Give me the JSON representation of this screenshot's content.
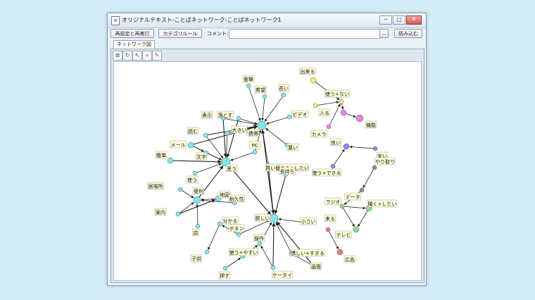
{
  "window": {
    "title": "オリジナルテキスト-ことばネットワーク-ことばネットワーク1",
    "minimize": "─",
    "maximize": "□",
    "close": "✕"
  },
  "toolbar": {
    "settings_button": "再設定と再実行",
    "category_button": "カテゴリルール",
    "comment_label": "コメント:",
    "comment_value": "",
    "browse_button": "...",
    "load_button": "読み込む"
  },
  "tabs": [
    "ネットワーク図"
  ],
  "tools": [
    "list-icon",
    "refresh-icon",
    "pointer-icon",
    "zoom-icon",
    "export-icon"
  ],
  "colors": {
    "cyan": "#7fe8ee",
    "yellow": "#f2f27a",
    "pink": "#ea84e6",
    "blue": "#8a8ef0",
    "green": "#88e088",
    "gray": "#8c8c8c",
    "red": "#e87a7a",
    "labelbg": "#ffffd8"
  },
  "network": {
    "nodes": [
      {
        "id": "keitai",
        "label": "携帯",
        "c": "cyan",
        "r": 6
      },
      {
        "id": "omou",
        "label": "思う",
        "c": "cyan",
        "r": 6
      },
      {
        "id": "hoshii",
        "label": "欲しい",
        "c": "cyan",
        "r": 6
      },
      {
        "id": "shogeki",
        "label": "衝撃",
        "c": "cyan",
        "r": 3
      },
      {
        "id": "kibo",
        "label": "希望",
        "c": "cyan",
        "r": 3
      },
      {
        "id": "nagai",
        "label": "長い",
        "c": "cyan",
        "r": 3
      },
      {
        "id": "otosu",
        "label": "落とす",
        "c": "cyan",
        "r": 3
      },
      {
        "id": "hyoji",
        "label": "表示",
        "c": "cyan",
        "r": 3
      },
      {
        "id": "video",
        "label": "ビデオ",
        "c": "cyan",
        "r": 3
      },
      {
        "id": "ookii",
        "label": "大きい",
        "c": "cyan",
        "r": 3
      },
      {
        "id": "yomu",
        "label": "読む",
        "c": "cyan",
        "r": 3
      },
      {
        "id": "mail",
        "label": "メール",
        "c": "cyan",
        "r": 4
      },
      {
        "id": "warui",
        "label": "悪い",
        "c": "cyan",
        "r": 3
      },
      {
        "id": "moji",
        "label": "文字",
        "c": "cyan",
        "r": 3
      },
      {
        "id": "kantan",
        "label": "簡単",
        "c": "cyan",
        "r": 4
      },
      {
        "id": "pc",
        "label": "PC",
        "c": "cyan",
        "r": 3
      },
      {
        "id": "tsukau",
        "label": "使う",
        "c": "cyan",
        "r": 3
      },
      {
        "id": "kaikae",
        "label": "買い替える+したい",
        "c": "cyan",
        "r": 3
      },
      {
        "id": "nagamochi",
        "label": "長持ち",
        "c": "cyan",
        "r": 3
      },
      {
        "id": "ibasho",
        "label": "居場所",
        "c": "cyan",
        "r": 3
      },
      {
        "id": "benri",
        "label": "便利",
        "c": "cyan",
        "r": 5
      },
      {
        "id": "chizu",
        "label": "地図",
        "c": "cyan",
        "r": 4
      },
      {
        "id": "taikyu",
        "label": "耐久性",
        "c": "cyan",
        "r": 3
      },
      {
        "id": "annai",
        "label": "案内",
        "c": "cyan",
        "r": 3
      },
      {
        "id": "mise",
        "label": "店",
        "c": "cyan",
        "r": 3
      },
      {
        "id": "wakaru",
        "label": "分かる",
        "c": "cyan",
        "r": 3
      },
      {
        "id": "button",
        "label": "ボタン",
        "c": "cyan",
        "r": 3
      },
      {
        "id": "sosa",
        "label": "操作",
        "c": "cyan",
        "r": 3
      },
      {
        "id": "kodomo",
        "label": "子供",
        "c": "cyan",
        "r": 3
      },
      {
        "id": "tsukaiyasui",
        "label": "使う+やすい",
        "c": "cyan",
        "r": 3
      },
      {
        "id": "osu",
        "label": "押す",
        "c": "cyan",
        "r": 3
      },
      {
        "id": "ketai",
        "label": "ケータイ",
        "c": "cyan",
        "r": 3
      },
      {
        "id": "narau",
        "label": "慣しい+すぎる",
        "c": "cyan",
        "r": 3
      },
      {
        "id": "gamen",
        "label": "画面",
        "c": "cyan",
        "r": 3
      },
      {
        "id": "chiisai",
        "label": "小さい",
        "c": "cyan",
        "r": 3
      },
      {
        "id": "dekiru",
        "label": "出来る",
        "c": "yellow",
        "r": 4
      },
      {
        "id": "tsukaenai",
        "label": "使う+ない",
        "c": "yellow",
        "r": 3
      },
      {
        "id": "hairu",
        "label": "入る",
        "c": "yellow",
        "r": 3
      },
      {
        "id": "camera",
        "label": "カメラ",
        "c": "pink",
        "r": 3
      },
      {
        "id": "kinou",
        "label": "機能",
        "c": "pink",
        "r": 5
      },
      {
        "id": "pinkmid",
        "label": "",
        "c": "pink",
        "r": 4
      },
      {
        "id": "yoi",
        "label": "良い",
        "c": "blue",
        "r": 4
      },
      {
        "id": "yasui",
        "label": "安い",
        "c": "blue",
        "r": 3
      },
      {
        "id": "tsukaeru",
        "label": "使う+できる",
        "c": "blue",
        "r": 3
      },
      {
        "id": "yaritori",
        "label": "やり取り",
        "c": "gray",
        "r": 3
      },
      {
        "id": "data",
        "label": "データ",
        "c": "gray",
        "r": 3
      },
      {
        "id": "radio",
        "label": "ラジオ",
        "c": "green",
        "r": 3
      },
      {
        "id": "kiku",
        "label": "聞く+したい",
        "c": "green",
        "r": 4
      },
      {
        "id": "tv",
        "label": "テレビ",
        "c": "green",
        "r": 4
      },
      {
        "id": "kuru",
        "label": "来る",
        "c": "red",
        "r": 3
      },
      {
        "id": "kokoku",
        "label": "広告",
        "c": "red",
        "r": 4
      }
    ],
    "edges": [
      [
        "shogeki",
        "keitai"
      ],
      [
        "kibo",
        "keitai"
      ],
      [
        "nagai",
        "keitai"
      ],
      [
        "otosu",
        "keitai"
      ],
      [
        "hyoji",
        "keitai"
      ],
      [
        "video",
        "keitai"
      ],
      [
        "ookii",
        "keitai"
      ],
      [
        "yomu",
        "keitai"
      ],
      [
        "warui",
        "keitai"
      ],
      [
        "pc",
        "keitai"
      ],
      [
        "kaikae",
        "keitai"
      ],
      [
        "hoshii",
        "keitai"
      ],
      [
        "mail",
        "keitai"
      ],
      [
        "mail",
        "omou"
      ],
      [
        "yomu",
        "omou"
      ],
      [
        "moji",
        "omou"
      ],
      [
        "kantan",
        "omou"
      ],
      [
        "tsukau",
        "omou"
      ],
      [
        "ookii",
        "omou"
      ],
      [
        "otosu",
        "omou"
      ],
      [
        "pc",
        "omou"
      ],
      [
        "hyoji",
        "omou"
      ],
      [
        "benri",
        "omou"
      ],
      [
        "mail",
        "moji"
      ],
      [
        "omou",
        "hoshii"
      ],
      [
        "nagamochi",
        "hoshii"
      ],
      [
        "taikyu",
        "benri"
      ],
      [
        "chizu",
        "benri"
      ],
      [
        "ibasho",
        "benri"
      ],
      [
        "annai",
        "benri"
      ],
      [
        "mise",
        "benri"
      ],
      [
        "annai",
        "chizu"
      ],
      [
        "button",
        "hoshii"
      ],
      [
        "sosa",
        "hoshii"
      ],
      [
        "ketai",
        "hoshii"
      ],
      [
        "narau",
        "hoshii"
      ],
      [
        "gamen",
        "hoshii"
      ],
      [
        "chiisai",
        "hoshii"
      ],
      [
        "kaikae",
        "hoshii"
      ],
      [
        "button",
        "wakaru"
      ],
      [
        "wakaru",
        "kodomo"
      ],
      [
        "tsukaiyasui",
        "sosa"
      ],
      [
        "osu",
        "tsukaiyasui"
      ],
      [
        "ketai",
        "sosa"
      ],
      [
        "gamen",
        "narau"
      ],
      [
        "dekiru",
        "tsukaenai"
      ],
      [
        "hairu",
        "tsukaenai"
      ],
      [
        "camera",
        "tsukaenai"
      ],
      [
        "tsukaenai",
        "pinkmid"
      ],
      [
        "pinkmid",
        "kinou"
      ],
      [
        "yasui",
        "yoi"
      ],
      [
        "tsukaeru",
        "yoi"
      ],
      [
        "yaritori",
        "data"
      ],
      [
        "data",
        "radio"
      ],
      [
        "radio",
        "kiku"
      ],
      [
        "radio",
        "tv"
      ],
      [
        "kiku",
        "tv"
      ],
      [
        "kuru",
        "kokoku"
      ]
    ]
  }
}
